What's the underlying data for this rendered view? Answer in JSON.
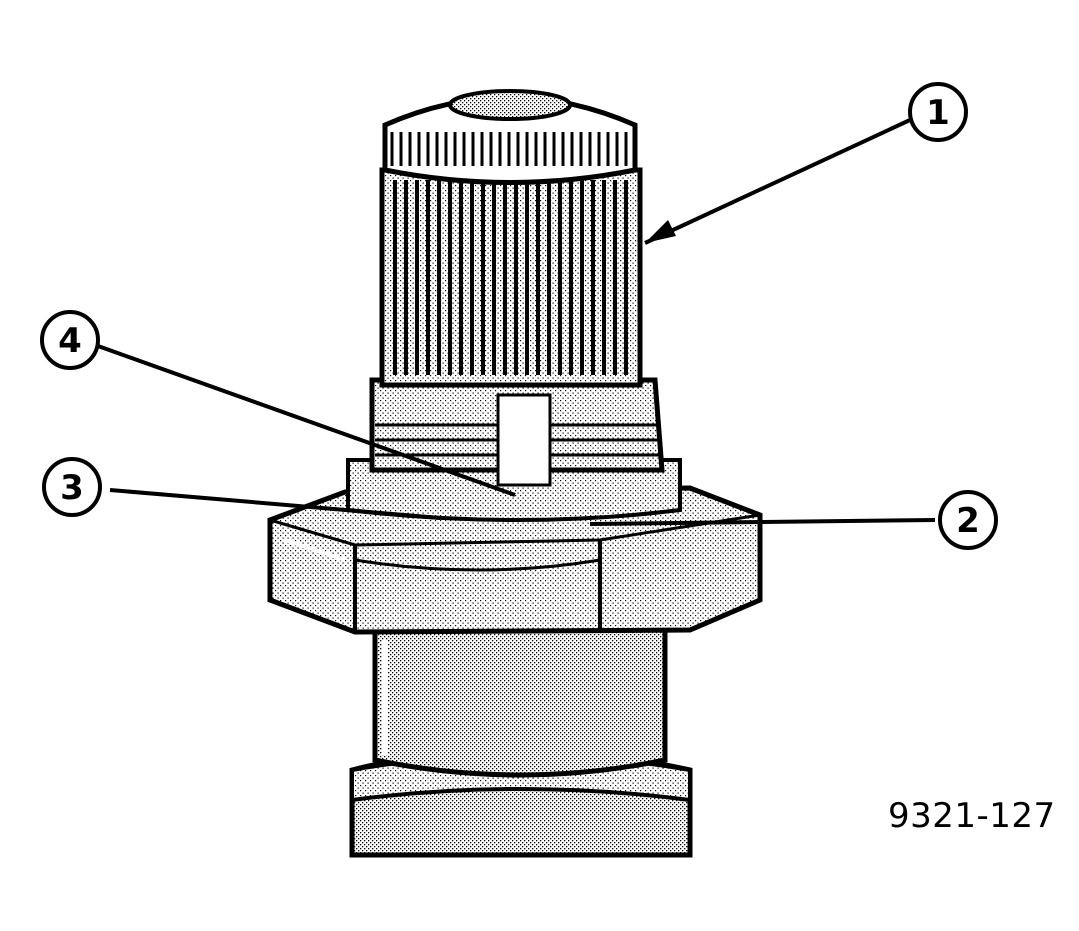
{
  "callouts": [
    {
      "id": "1",
      "label": "1"
    },
    {
      "id": "2",
      "label": "2"
    },
    {
      "id": "3",
      "label": "3"
    },
    {
      "id": "4",
      "label": "4"
    }
  ],
  "figure_id": "9321-127",
  "colors": {
    "ink": "#000000",
    "paper": "#ffffff",
    "shade": "#bdbdbd"
  }
}
